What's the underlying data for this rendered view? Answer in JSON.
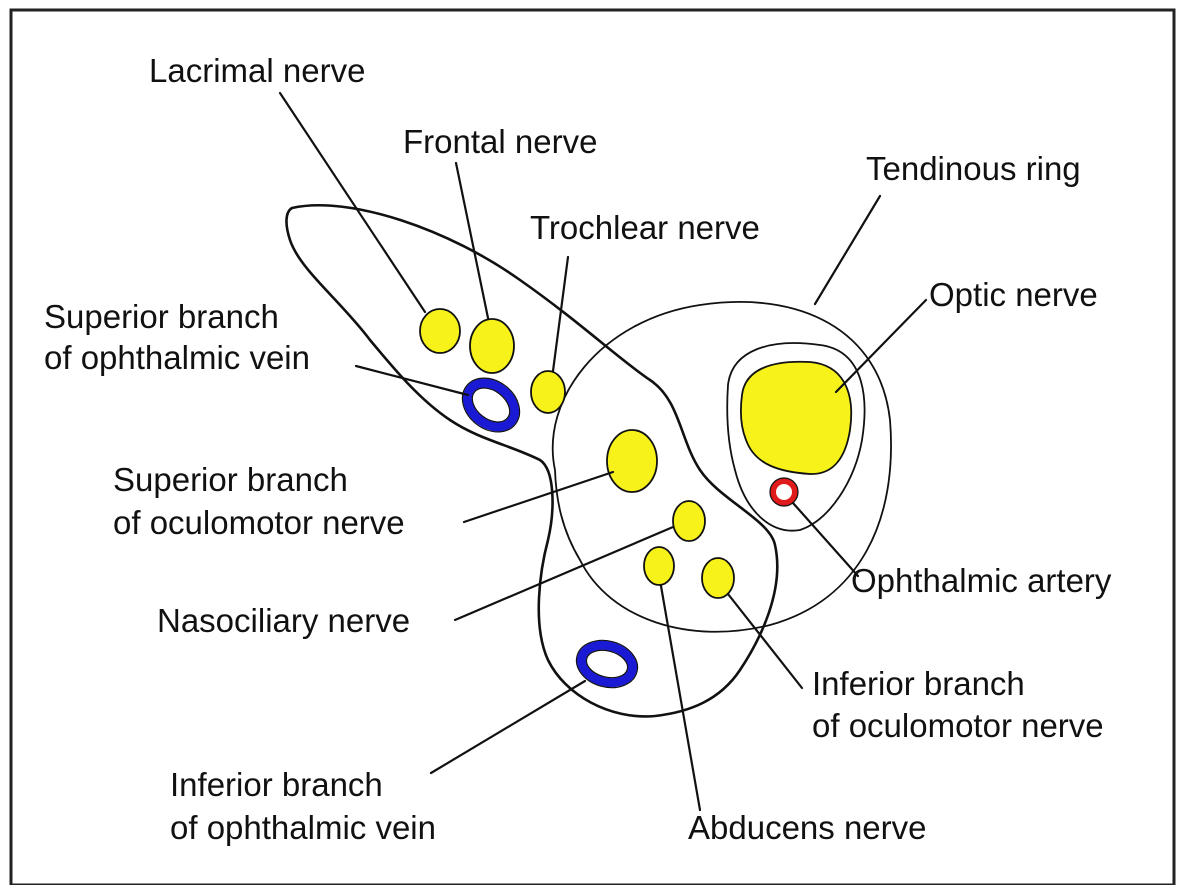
{
  "colors": {
    "nerve_fill": "#f7f21a",
    "vein": "#1a1ad4",
    "artery": "#e01b1b",
    "outline": "#111111"
  },
  "labels": {
    "lacrimal_nerve": "Lacrimal nerve",
    "frontal_nerve": "Frontal nerve",
    "trochlear_nerve": "Trochlear nerve",
    "tendinous_ring": "Tendinous ring",
    "optic_nerve": "Optic nerve",
    "superior_ophthalmic_vein_1": "Superior branch",
    "superior_ophthalmic_vein_2": "of ophthalmic vein",
    "superior_oculomotor_1": "Superior branch",
    "superior_oculomotor_2": "of oculomotor nerve",
    "nasociliary_nerve": "Nasociliary nerve",
    "ophthalmic_artery": "Ophthalmic artery",
    "inferior_oculomotor_1": "Inferior branch",
    "inferior_oculomotor_2": "of oculomotor nerve",
    "inferior_ophthalmic_vein_1": "Inferior branch",
    "inferior_ophthalmic_vein_2": "of ophthalmic vein",
    "abducens_nerve": "Abducens nerve"
  }
}
